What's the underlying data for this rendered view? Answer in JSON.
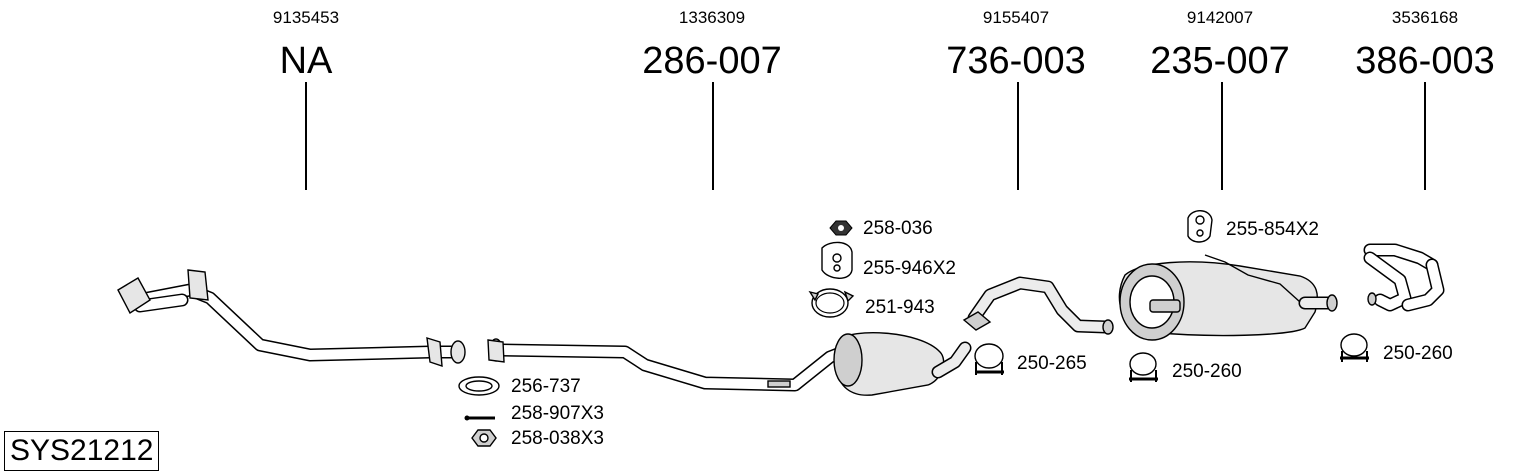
{
  "system_code": "SYS21212",
  "sections": [
    {
      "oe_number": "9135453",
      "part_number": "NA"
    },
    {
      "oe_number": "1336309",
      "part_number": "286-007"
    },
    {
      "oe_number": "9155407",
      "part_number": "736-003"
    },
    {
      "oe_number": "9142007",
      "part_number": "235-007"
    },
    {
      "oe_number": "3536168",
      "part_number": "386-003"
    }
  ],
  "accessories": {
    "gasket": "256-737",
    "bolt": "258-907X3",
    "nut": "258-038X3",
    "nut_2": "258-036",
    "rubber_mount": "255-946X2",
    "clamp_band": "251-943",
    "clamp_1": "250-265",
    "clamp_2": "250-260",
    "rubber_mount_2": "255-854X2",
    "clamp_3": "250-260"
  },
  "icons": {
    "front_pipe": "front-pipe-icon",
    "middle_pipe_silencer": "middle-silencer-icon",
    "intermediate_pipe": "intermediate-pipe-icon",
    "rear_silencer": "rear-silencer-icon",
    "tail_pipe": "tail-pipe-icon"
  }
}
